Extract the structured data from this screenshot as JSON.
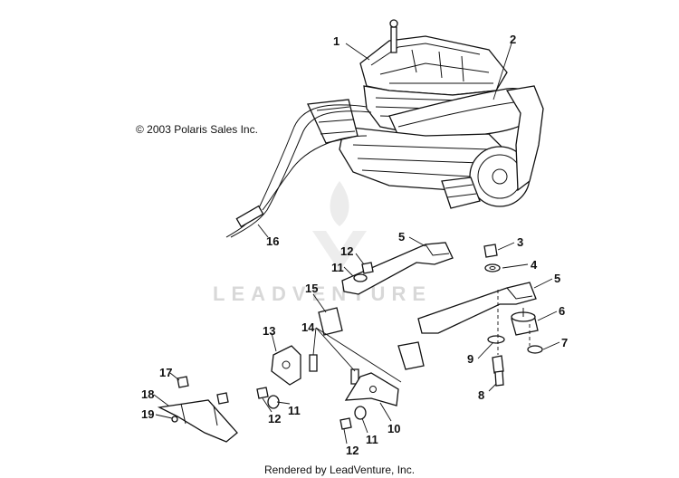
{
  "copyright": "© 2003 Polaris Sales Inc.",
  "footer": "Rendered by LeadVenture, Inc.",
  "watermark": "LEADVENTURE",
  "callouts": {
    "c1": "1",
    "c2": "2",
    "c3": "3",
    "c4": "4",
    "c5a": "5",
    "c5b": "5",
    "c6": "6",
    "c7": "7",
    "c8": "8",
    "c9": "9",
    "c10": "10",
    "c11a": "11",
    "c11b": "11",
    "c11c": "11",
    "c12a": "12",
    "c12b": "12",
    "c12c": "12",
    "c13": "13",
    "c14": "14",
    "c15": "15",
    "c16": "16",
    "c17": "17",
    "c18": "18",
    "c19": "19"
  }
}
